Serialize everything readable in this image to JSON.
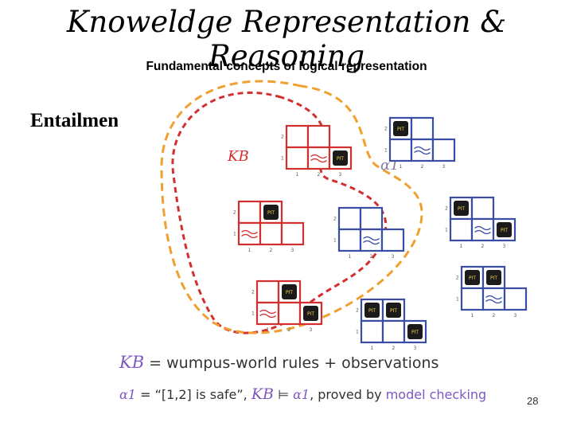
{
  "slide": {
    "title": "Knoweldge Representation & Reasoning",
    "subtitle": "Fundamental concepts of logical representation",
    "section": "Entailment",
    "page_number": "28"
  },
  "figure": {
    "region_labels": {
      "kb": "KB",
      "alpha": "α1"
    },
    "pit_label": "PIT",
    "breeze_label": "Breeze",
    "axis_numbers": [
      "1",
      "2",
      "3"
    ],
    "colors": {
      "kb": "#d32f2f",
      "model": "#3a4da5",
      "alpha_boundary": "#f0a030",
      "formula": "#7e57c2"
    },
    "legend": {
      "line1": {
        "symbol": "KB",
        "equals": " = ",
        "text": "wumpus-world rules + observations"
      },
      "line2": {
        "alpha": "α1",
        "equals": " = ",
        "quote": "“[1,2] is safe”",
        "comma": ", ",
        "kb": "KB",
        "entails": " ⊨ ",
        "alpha2": "α1",
        "proved_by": ", proved by ",
        "method": "model checking"
      }
    }
  }
}
